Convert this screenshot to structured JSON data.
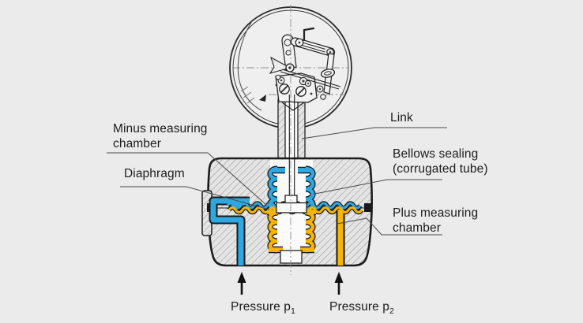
{
  "colors": {
    "minus_fluid": "#2fa8e1",
    "plus_fluid": "#f7b400",
    "background": "#ebebeb",
    "ink": "#1a1a1a"
  },
  "labels": {
    "minus_chamber": {
      "line1": "Minus measuring",
      "line2": "chamber"
    },
    "diaphragm": "Diaphragm",
    "link": "Link",
    "bellows_sealing": {
      "line1": "Bellows sealing",
      "line2": "(corrugated tube)"
    },
    "plus_chamber": {
      "line1": "Plus measuring",
      "line2": "chamber"
    },
    "pressure_p1": {
      "text": "Pressure p",
      "sub": "1"
    },
    "pressure_p2": {
      "text": "Pressure p",
      "sub": "2"
    }
  }
}
